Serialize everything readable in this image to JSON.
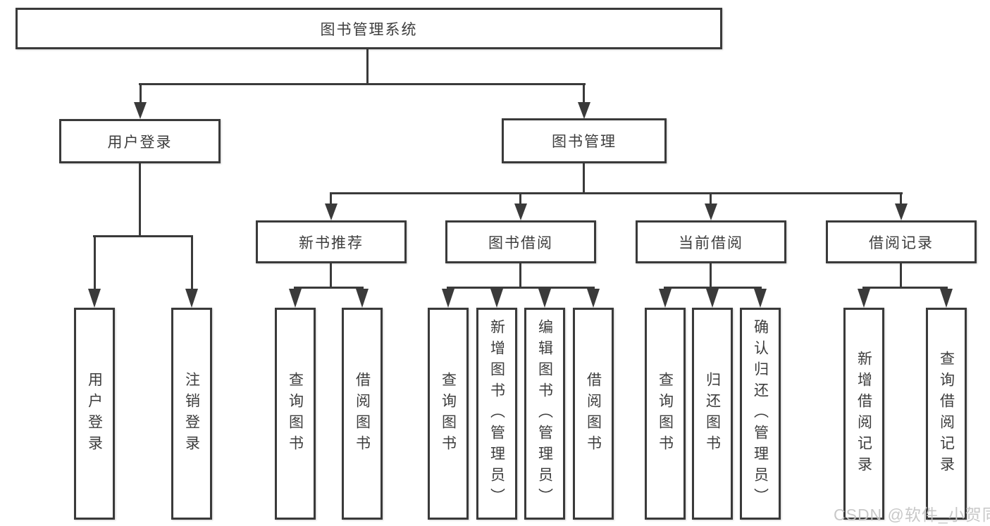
{
  "diagram": {
    "root": {
      "label": "图书管理系统"
    },
    "branches": [
      {
        "label": "用户登录",
        "children": [
          "用户登录",
          "注销登录"
        ]
      },
      {
        "label": "图书管理",
        "children": [
          {
            "label": "新书推荐",
            "children": [
              "查询图书",
              "借阅图书"
            ]
          },
          {
            "label": "图书借阅",
            "children": [
              "查询图书",
              "新增图书（管理员）",
              "编辑图书（管理员）",
              "借阅图书"
            ]
          },
          {
            "label": "当前借阅",
            "children": [
              "查询图书",
              "归还图书",
              "确认归还（管理员）"
            ]
          },
          {
            "label": "借阅记录",
            "children": [
              "新增借阅记录",
              "查询借阅记录"
            ]
          }
        ]
      }
    ]
  },
  "watermark": {
    "text": "CSDN @软件_小贺同学",
    "color": "#c6c6c6"
  },
  "colors": {
    "line": "#3a3a3a",
    "text": "#3d3d3d",
    "background": "#ffffff"
  }
}
